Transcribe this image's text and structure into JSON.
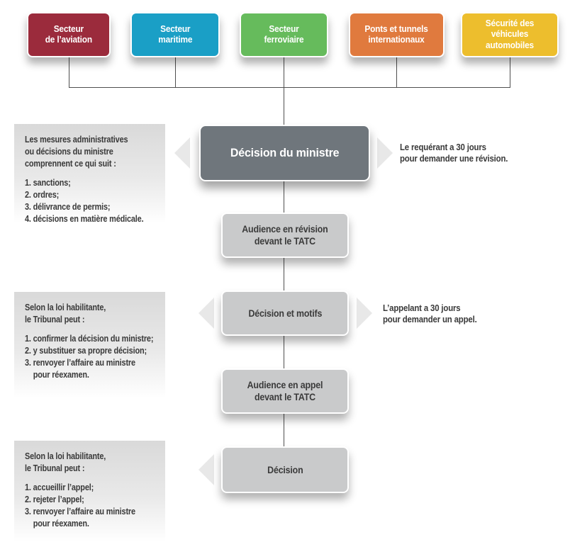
{
  "diagram": {
    "colors": {
      "aviation": "#9B2B3C",
      "maritime": "#1A9FC6",
      "ferroviaire": "#66BB5C",
      "ponts": "#E07A3E",
      "vehicules": "#EDBE2D",
      "minister_box": "#6F767C",
      "step_box": "#C9CACB",
      "triangle": "#E8E8E8",
      "line": "#4F4F4F",
      "text": "#3A3A3A"
    },
    "sectors": [
      {
        "label": "Secteur\nde l’aviation"
      },
      {
        "label": "Secteur\nmaritime"
      },
      {
        "label": "Secteur\nferroviaire"
      },
      {
        "label": "Ponts et tunnels\ninternationaux"
      },
      {
        "label": "Sécurité des\nvéhicules\nautomobiles"
      }
    ],
    "minister_decision": {
      "label": "Décision du ministre"
    },
    "steps": [
      {
        "label": "Audience en révision\ndevant le TATC"
      },
      {
        "label": "Décision et motifs"
      },
      {
        "label": "Audience en appel\ndevant le TATC"
      },
      {
        "label": "Décision"
      }
    ],
    "annotations": {
      "review": "Le requérant a 30 jours\npour demander une révision.",
      "appeal": "L’appelant a 30 jours\npour demander un appel."
    },
    "panels": [
      {
        "heading": "Les mesures administratives\nou décisions du ministre\ncomprennent ce qui suit :",
        "items": [
          "1. sanctions;",
          "2. ordres;",
          "3. délivrance de permis;",
          "4. décisions en matière médicale."
        ]
      },
      {
        "heading": "Selon la loi habilitante,\nle Tribunal peut :",
        "items": [
          "1. confirmer la décision du ministre;",
          "2. y substituer sa propre décision;",
          "3. renvoyer l’affaire au ministre\npour réexamen."
        ]
      },
      {
        "heading": "Selon la loi habilitante,\nle Tribunal peut :",
        "items": [
          "1. accueillir l’appel;",
          "2. rejeter l’appel;",
          "3. renvoyer l’affaire au ministre\npour réexamen."
        ]
      }
    ]
  }
}
